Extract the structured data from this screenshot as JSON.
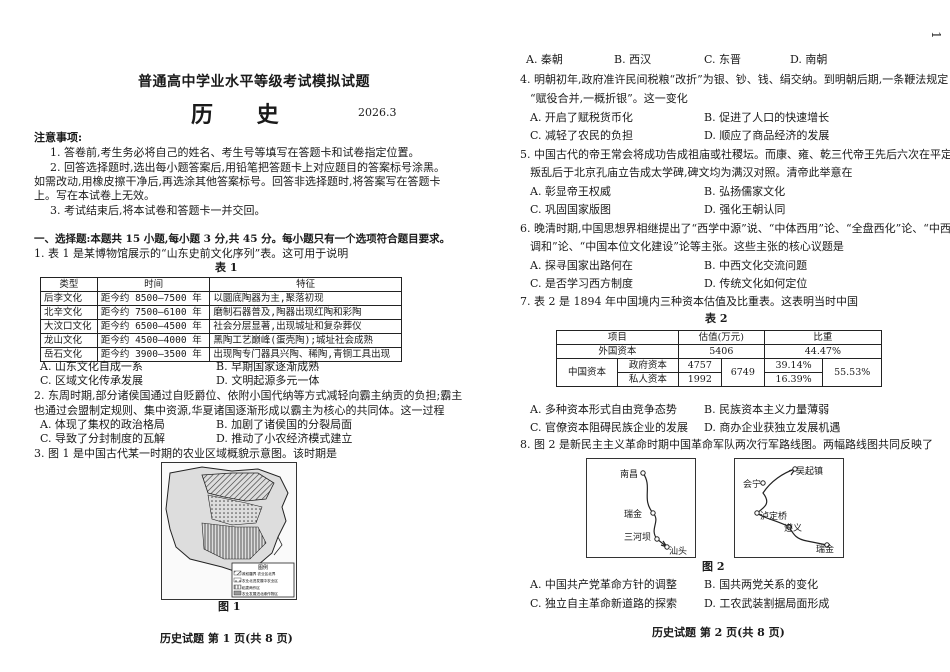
{
  "page1": {
    "exam_title": "普通高中学业水平等级考试模拟试题",
    "subject": "历 史",
    "date": "2026.3",
    "notice_heading": "注意事项:",
    "notices": [
      "1. 答卷前,考生务必将自己的姓名、考生号等填写在答题卡和试卷指定位置。",
      "2. 回答选择题时,选出每小题答案后,用铅笔把答题卡上对应题目的答案标号涂黑。",
      "如需改动,用橡皮擦干净后,再选涂其他答案标号。回答非选择题时,将答案写在答题卡",
      "上。写在本试卷上无效。",
      "3. 考试结束后,将本试卷和答题卡一并交回。"
    ],
    "section_heading": "一、选择题:本题共 15 小题,每小题 3 分,共 45 分。每小题只有一个选项符合题目要求。",
    "q1": {
      "stem": "1. 表 1 是某博物馆展示的“山东史前文化序列”表。这可用于说明",
      "table_caption": "表 1",
      "headers": [
        "类型",
        "时间",
        "特征"
      ],
      "rows": [
        [
          "后李文化",
          "距今约 8500—7500 年",
          "以圜底陶器为主,聚落初现"
        ],
        [
          "北辛文化",
          "距今约 7500—6100 年",
          "磨制石器普及,陶器出现红陶和彩陶"
        ],
        [
          "大汶口文化",
          "距今约 6500—4500 年",
          "社会分层显著,出现城址和复杂葬仪"
        ],
        [
          "龙山文化",
          "距今约 4500—4000 年",
          "黑陶工艺巅峰(蛋壳陶);城址社会成熟"
        ],
        [
          "岳石文化",
          "距今约 3900—3500 年",
          "出现陶专门器具兴陶、稀陶,青铜工具出现"
        ]
      ],
      "options": [
        "A. 山东文化自成一系",
        "B. 早期国家逐渐成熟",
        "C. 区域文化传承发展",
        "D. 文明起源多元一体"
      ]
    },
    "q2": {
      "lines": [
        "2. 东周时期,部分诸侯国通过自贬爵位、依附小国代纳等方式减轻向霸主纳贡的负担;霸主",
        "也通过会盟制定规则、集中资源,华夏诸国逐渐形成以霸主为核心的共同体。这一过程"
      ],
      "options": [
        "A. 体现了集权的政治格局",
        "B. 加剧了诸侯国的分裂局面",
        "C. 导致了分封制度的瓦解",
        "D. 推动了小农经济模式建立"
      ]
    },
    "q3": {
      "stem": "3. 图 1 是中国古代某一时期的农业区域概貌示意图。该时期是",
      "legend_title": "图例",
      "legend_items": [
        "政权疆界  农业区北界",
        "农业北进发展中农业区",
        "稻麦两作区",
        "农业发展进北缘作物区"
      ],
      "figure_caption": "图 1",
      "footer": "历史试题  第 1 页(共 8 页)"
    }
  },
  "page2": {
    "q3_options": [
      "A. 秦朝",
      "B. 西汉",
      "C. 东晋",
      "D. 南朝"
    ],
    "q4": {
      "lines": [
        "4. 明朝初年,政府准许民间税粮“改折”为银、钞、钱、绢交纳。到明朝后期,一条鞭法规定",
        "“赋役合并,一概折银”。这一变化"
      ],
      "options": [
        "A. 开启了赋税货币化",
        "B. 促进了人口的快速增长",
        "C. 减轻了农民的负担",
        "D. 顺应了商品经济的发展"
      ]
    },
    "q5": {
      "lines": [
        "5. 中国古代的帝王常会将成功告成祖庙或社稷坛。而康、雍、乾三代帝王先后六次在平定",
        "叛乱后于北京孔庙立告成太学碑,碑文均为满汉对照。清帝此举意在"
      ],
      "options": [
        "A. 彰显帝王权威",
        "B. 弘扬儒家文化",
        "C. 巩固国家版图",
        "D. 强化王朝认同"
      ]
    },
    "q6": {
      "lines": [
        "6. 晚清时期,中国思想界相继提出了“西学中源”说、“中体西用”论、“全盘西化”论、“中西",
        "调和”论、“中国本位文化建设”论等主张。这些主张的核心议题是"
      ],
      "options": [
        "A. 探寻国家出路何在",
        "B. 中西文化交流问题",
        "C. 是否学习西方制度",
        "D. 传统文化如何定位"
      ]
    },
    "q7": {
      "stem": "7. 表 2 是 1894 年中国境内三种资本估值及比重表。这表明当时中国",
      "table_caption": "表 2",
      "col_headers": [
        "项目",
        "估值(万元)",
        "比重"
      ],
      "foreign_label": "外国资本",
      "foreign_value": "5406",
      "foreign_ratio": "44.47%",
      "china_label": "中国资本",
      "gov_label": "政府资本",
      "gov_value": "4757",
      "gov_ratio": "39.14%",
      "private_label": "私人资本",
      "private_value": "1992",
      "private_ratio": "16.39%",
      "china_total_value": "6749",
      "china_total_ratio": "55.53%",
      "options": [
        "A. 多种资本形式自由竞争态势",
        "B. 民族资本主义力量薄弱",
        "C. 官僚资本阻碍民族企业的发展",
        "D. 商办企业获独立发展机遇"
      ]
    },
    "q8": {
      "stem": "8. 图 2 是新民主主义革命时期中国革命军队两次行军路线图。两幅路线图共同反映了",
      "route_a": [
        "南昌",
        "瑞金",
        "三河坝",
        "汕头"
      ],
      "route_b": [
        "吴起镇",
        "会宁",
        "泸定桥",
        "遵义",
        "瑞金"
      ],
      "figure_caption": "图 2",
      "options": [
        "A. 中国共产党革命方针的调整",
        "B. 国共两党关系的变化",
        "C. 独立自主革命新道路的探索",
        "D. 工农武装割据局面形成"
      ]
    },
    "footer": "历史试题  第 2 页(共 8 页)",
    "edge_mark": "1"
  }
}
